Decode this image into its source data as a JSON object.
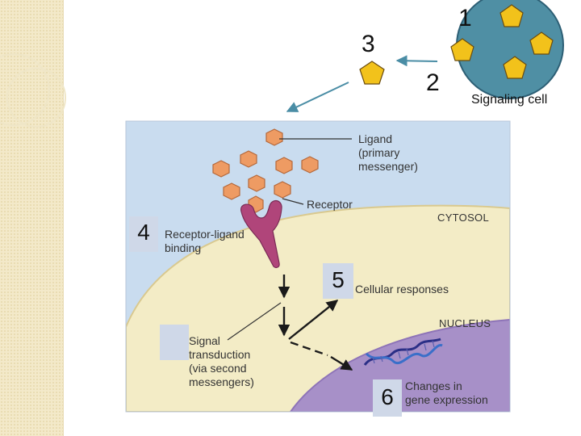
{
  "numbers": {
    "n1": "1",
    "n2": "2",
    "n3": "3",
    "n4": "4",
    "n5": "5",
    "n6": "6"
  },
  "signaling_cell_label": "Signaling cell",
  "figure": {
    "ligand": [
      "Ligand",
      "(primary",
      "messenger)"
    ],
    "receptor": "Receptor",
    "cytosol": "CYTOSOL",
    "binding": [
      "Receptor-ligand",
      "binding"
    ],
    "cellular_responses": "Cellular responses",
    "nucleus": "NUCLEUS",
    "transduction": [
      "Signal",
      "transduction",
      "(via second",
      "messengers)"
    ],
    "gene_expression": [
      "Changes in",
      "gene expression"
    ]
  },
  "colors": {
    "cell_fill": "#4f8fa4",
    "pentagon_fill": "#f2c21b",
    "hexagon_fill": "#ee9b63",
    "receptor_fill": "#b0457a",
    "cytosol_fill": "#f3ecc6",
    "nucleus_fill": "#a790c8",
    "extracellular_fill": "#c9dcef",
    "label_box": "#cfd8e8",
    "arrow_teal": "#4a8da5"
  },
  "icons": [
    "pentagon-ligand",
    "hexagon-ligand",
    "receptor",
    "dna-helix",
    "arrow"
  ]
}
